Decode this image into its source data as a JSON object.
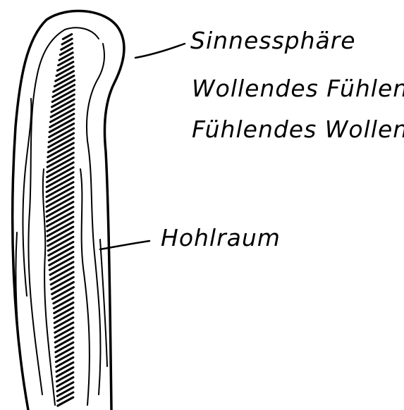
{
  "labels": {
    "line1": "Sinnessphäre",
    "line2": "Wollendes Fühlen",
    "line3": "Fühlendes Wollen",
    "cavity": "Hohlraum"
  },
  "colors": {
    "ink": "#000000",
    "paper": "#ffffff"
  }
}
